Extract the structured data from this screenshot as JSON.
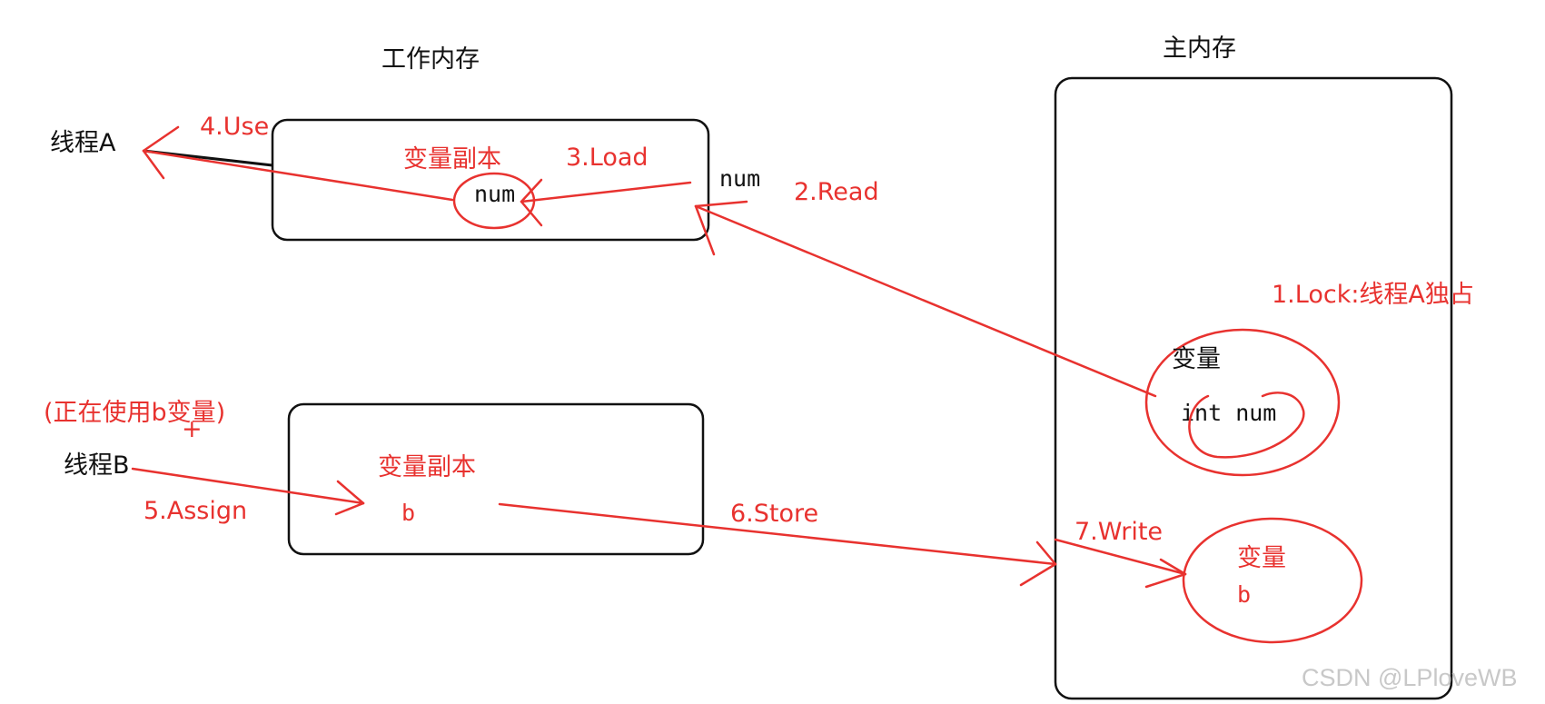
{
  "labels": {
    "working_memory": "工作内存",
    "main_memory": "主内存",
    "thread_a": "线程A",
    "thread_b": "线程B",
    "thread_b_note": "(正在使用b变量)",
    "copy_a": "变量副本",
    "copy_b": "变量副本",
    "num_in_copy": "num",
    "num_incoming": "num",
    "b_in_copy": "b",
    "main_var1_title": "变量",
    "main_var1_value": "int num",
    "main_var2_title": "变量",
    "main_var2_value": "b"
  },
  "steps": {
    "lock": "1.Lock:线程A独占",
    "read": "2.Read",
    "load": "3.Load",
    "use": "4.Use",
    "assign": "5.Assign",
    "store": "6.Store",
    "write": "7.Write"
  },
  "watermark": "CSDN @LPloveWB",
  "colors": {
    "annotation": "#e8322f",
    "outline": "#111111",
    "watermark": "#c8c8c8"
  }
}
